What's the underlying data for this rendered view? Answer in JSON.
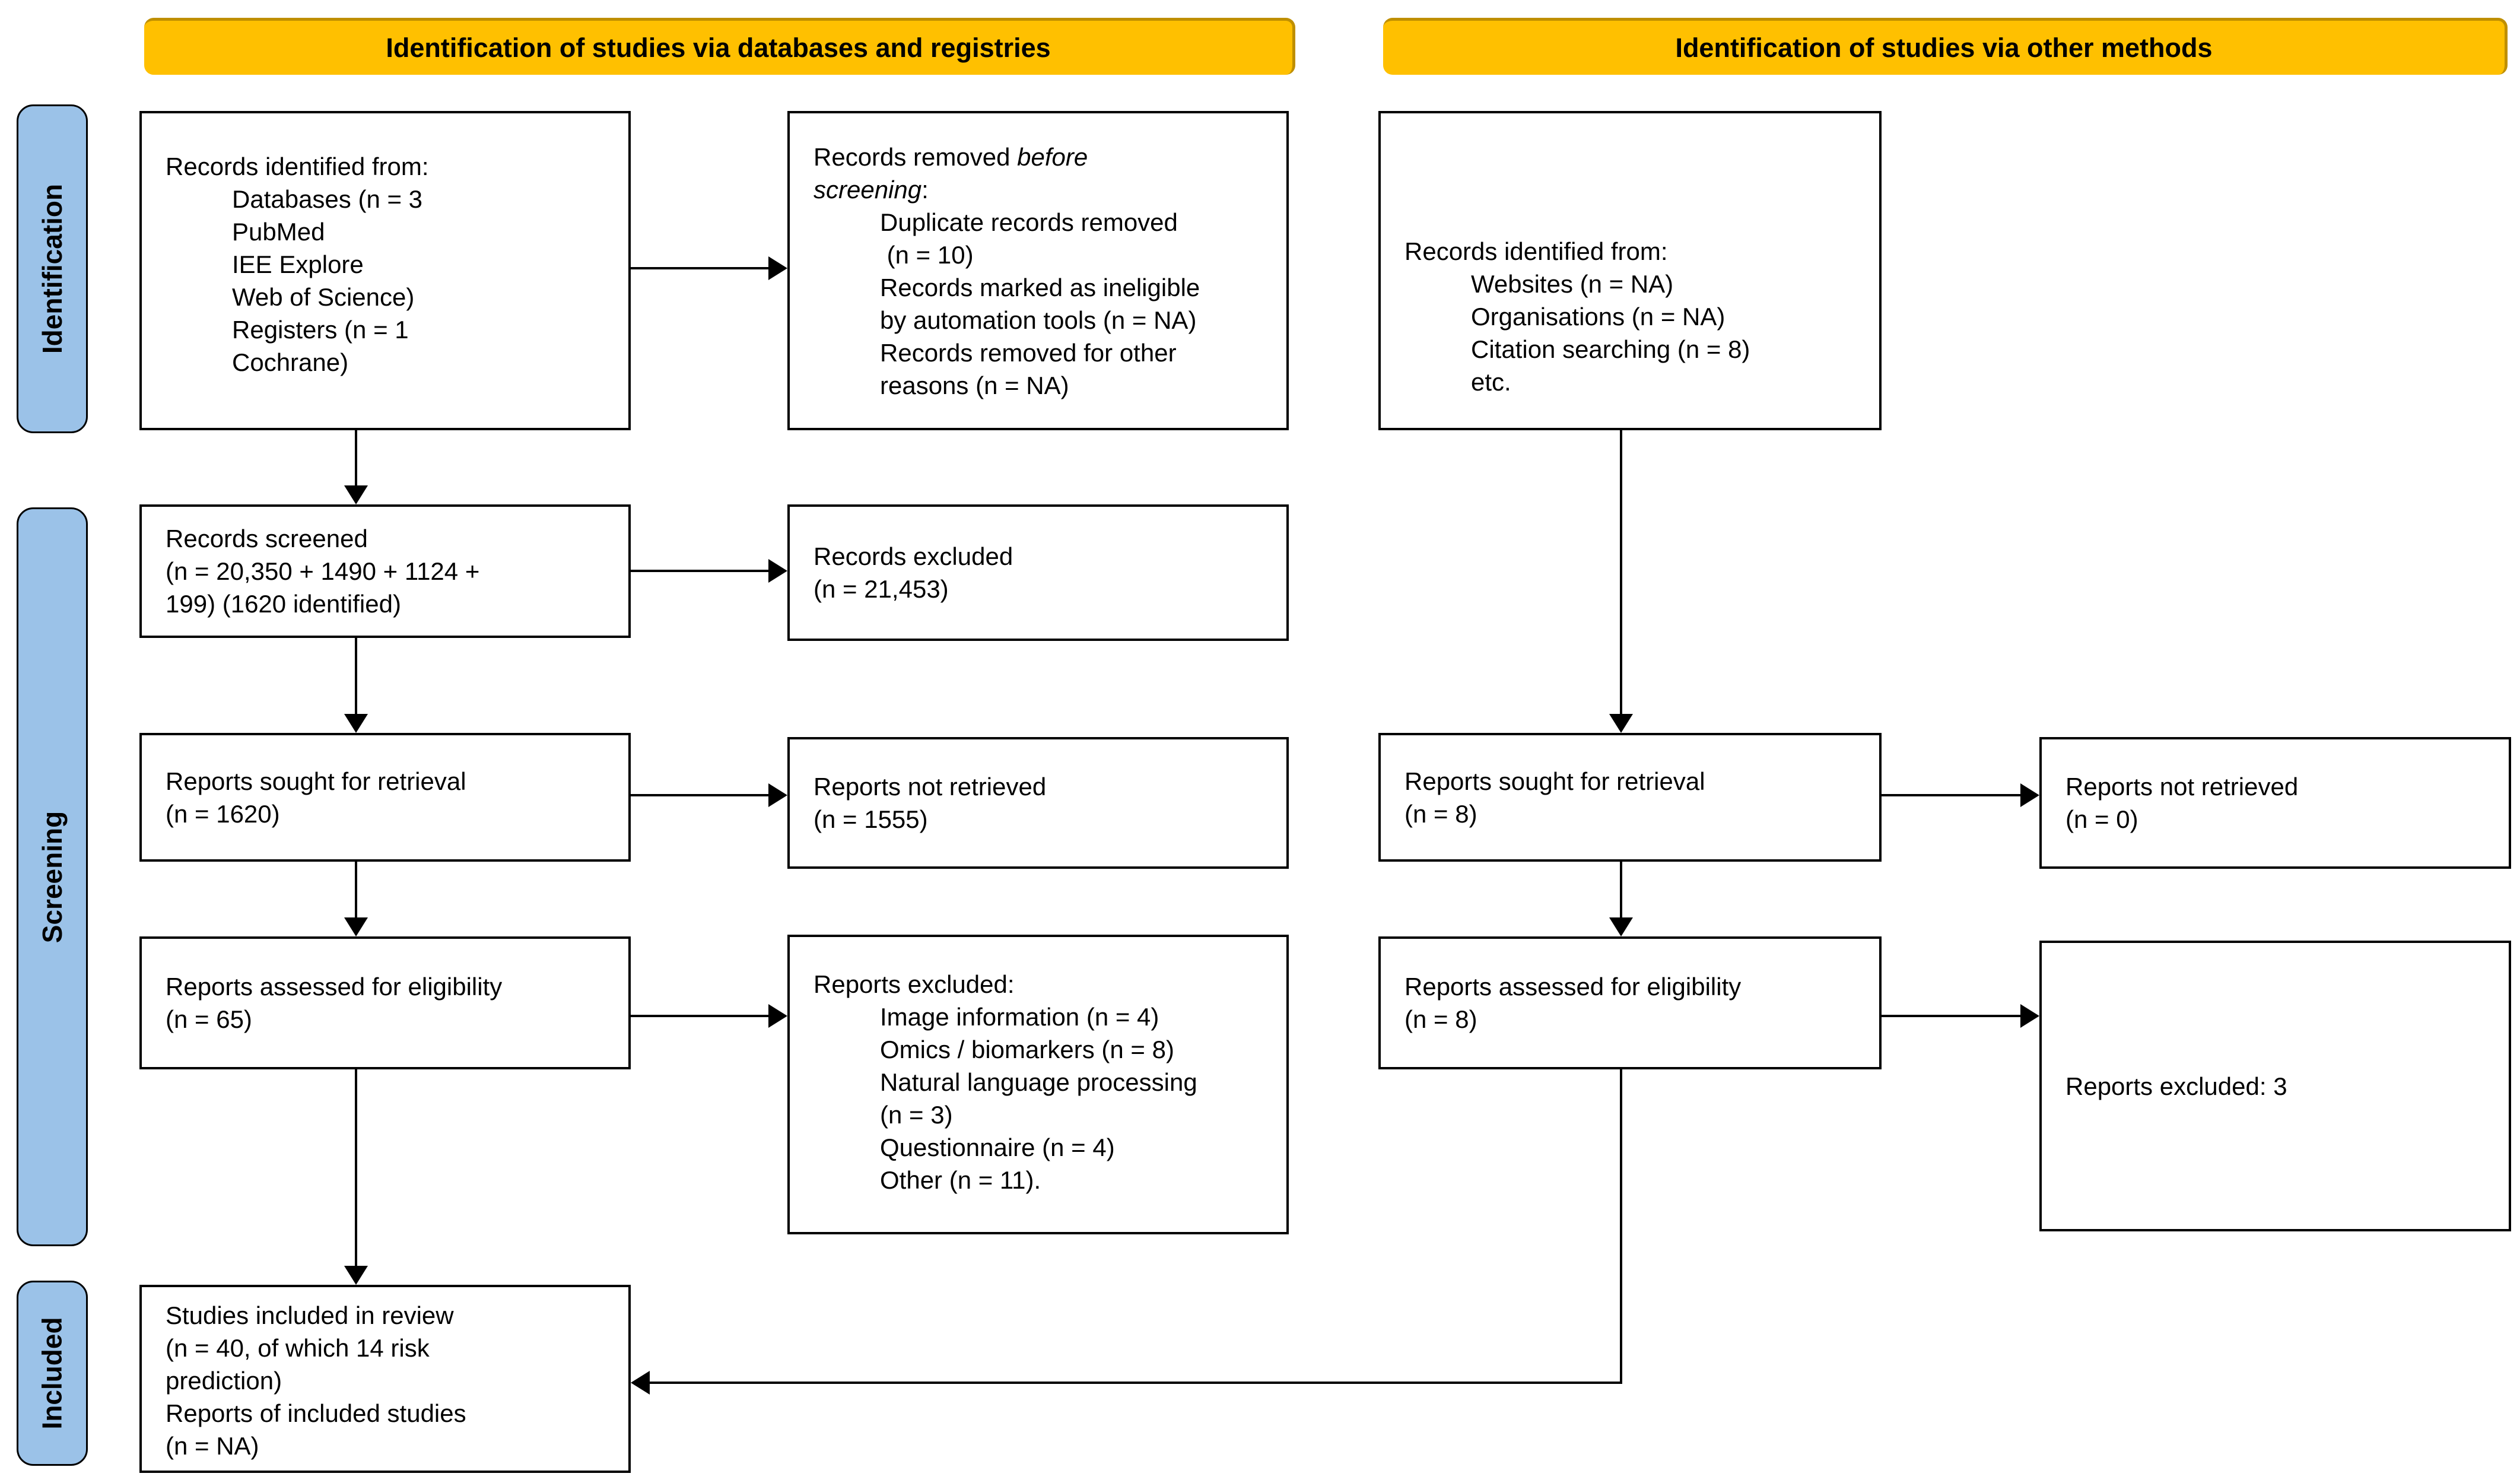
{
  "banners": {
    "left": "Identification of studies via databases and registries",
    "right": "Identification of studies via other methods",
    "fill_color": "#FFC000"
  },
  "stages": {
    "identification": "Identification",
    "screening": "Screening",
    "included": "Included",
    "fill_color": "#9BC2E8"
  },
  "boxes": {
    "db_identified": {
      "lines": [
        "Records identified from:",
        "Databases (n = 3",
        "PubMed",
        "IEE Explore",
        "Web of Science)",
        "Registers (n = 1",
        "Cochrane)"
      ]
    },
    "records_removed": {
      "line1": {
        "normal": "Records removed ",
        "italic": "before"
      },
      "line2": {
        "italic": "screening",
        "normal": ":"
      },
      "items": [
        "Duplicate records removed",
        " (n = 10)",
        "Records marked as ineligible",
        "by automation tools (n = NA)",
        "Records removed for other",
        "reasons (n = NA)"
      ]
    },
    "other_identified": {
      "lines": [
        "Records identified from:",
        "Websites (n = NA)",
        "Organisations (n = NA)",
        "Citation searching (n = 8)",
        "etc."
      ]
    },
    "records_screened": {
      "lines": [
        "Records screened",
        "(n = 20,350 + 1490 + 1124 +",
        "199) (1620 identified)"
      ]
    },
    "records_excluded": {
      "lines": [
        "Records excluded",
        "(n = 21,453)"
      ]
    },
    "reports_sought_db": {
      "lines": [
        "Reports sought for retrieval",
        "(n = 1620)"
      ]
    },
    "reports_not_retrieved_db": {
      "lines": [
        "Reports not retrieved",
        "(n = 1555)"
      ]
    },
    "reports_sought_other": {
      "lines": [
        "Reports sought for retrieval",
        "(n = 8)"
      ]
    },
    "reports_not_retrieved_other": {
      "lines": [
        "Reports not retrieved",
        "(n = 0)"
      ]
    },
    "reports_assessed_db": {
      "lines": [
        "Reports assessed for eligibility",
        "(n = 65)"
      ]
    },
    "reports_excluded_db": {
      "lines": [
        "Reports excluded:",
        "Image information (n = 4)",
        "Omics / biomarkers (n = 8)",
        "Natural language processing",
        "(n = 3)",
        "Questionnaire (n = 4)",
        "Other (n = 11)."
      ]
    },
    "reports_assessed_other": {
      "lines": [
        "Reports assessed for eligibility",
        "(n = 8)"
      ]
    },
    "reports_excluded_other": {
      "lines": [
        "Reports excluded: 3"
      ]
    },
    "included_review": {
      "lines": [
        "Studies included in review",
        "(n = 40, of which 14 risk",
        "prediction)",
        "Reports of included studies",
        "(n = NA)"
      ]
    }
  }
}
